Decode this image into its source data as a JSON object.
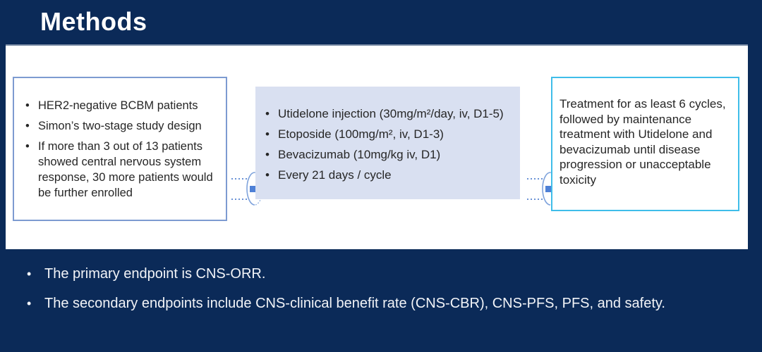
{
  "slide": {
    "title": "Methods"
  },
  "flow": {
    "left_box": {
      "bullets": [
        "HER2-negative BCBM patients",
        "Simon’s two-stage study design",
        "If more than 3 out of 13 patients showed central nervous system response, 30 more patients would be further enrolled"
      ]
    },
    "middle_box": {
      "bullets": [
        "Utidelone injection (30mg/m²/day, iv, D1-5)",
        "Etoposide (100mg/m², iv, D1-3)",
        "Bevacizumab (10mg/kg iv, D1)",
        "Every 21 days / cycle"
      ]
    },
    "right_box": {
      "text": "Treatment for as least 6 cycles, followed by maintenance treatment with Utidelone and bevacizumab until disease progression or unacceptable toxicity"
    }
  },
  "endpoints": {
    "items": [
      "The primary endpoint is CNS-ORR.",
      "The secondary endpoints include CNS-clinical benefit rate (CNS-CBR), CNS-PFS, PFS, and safety."
    ]
  },
  "colors": {
    "background": "#0b2a58",
    "panel": "#ffffff",
    "title_text": "#ffffff",
    "body_text": "#262626",
    "middle_box_fill": "#d9e0f1",
    "left_box_border": "#7d9bd1",
    "right_box_border": "#3fbde9",
    "arrow_blue": "#4e80d6"
  }
}
